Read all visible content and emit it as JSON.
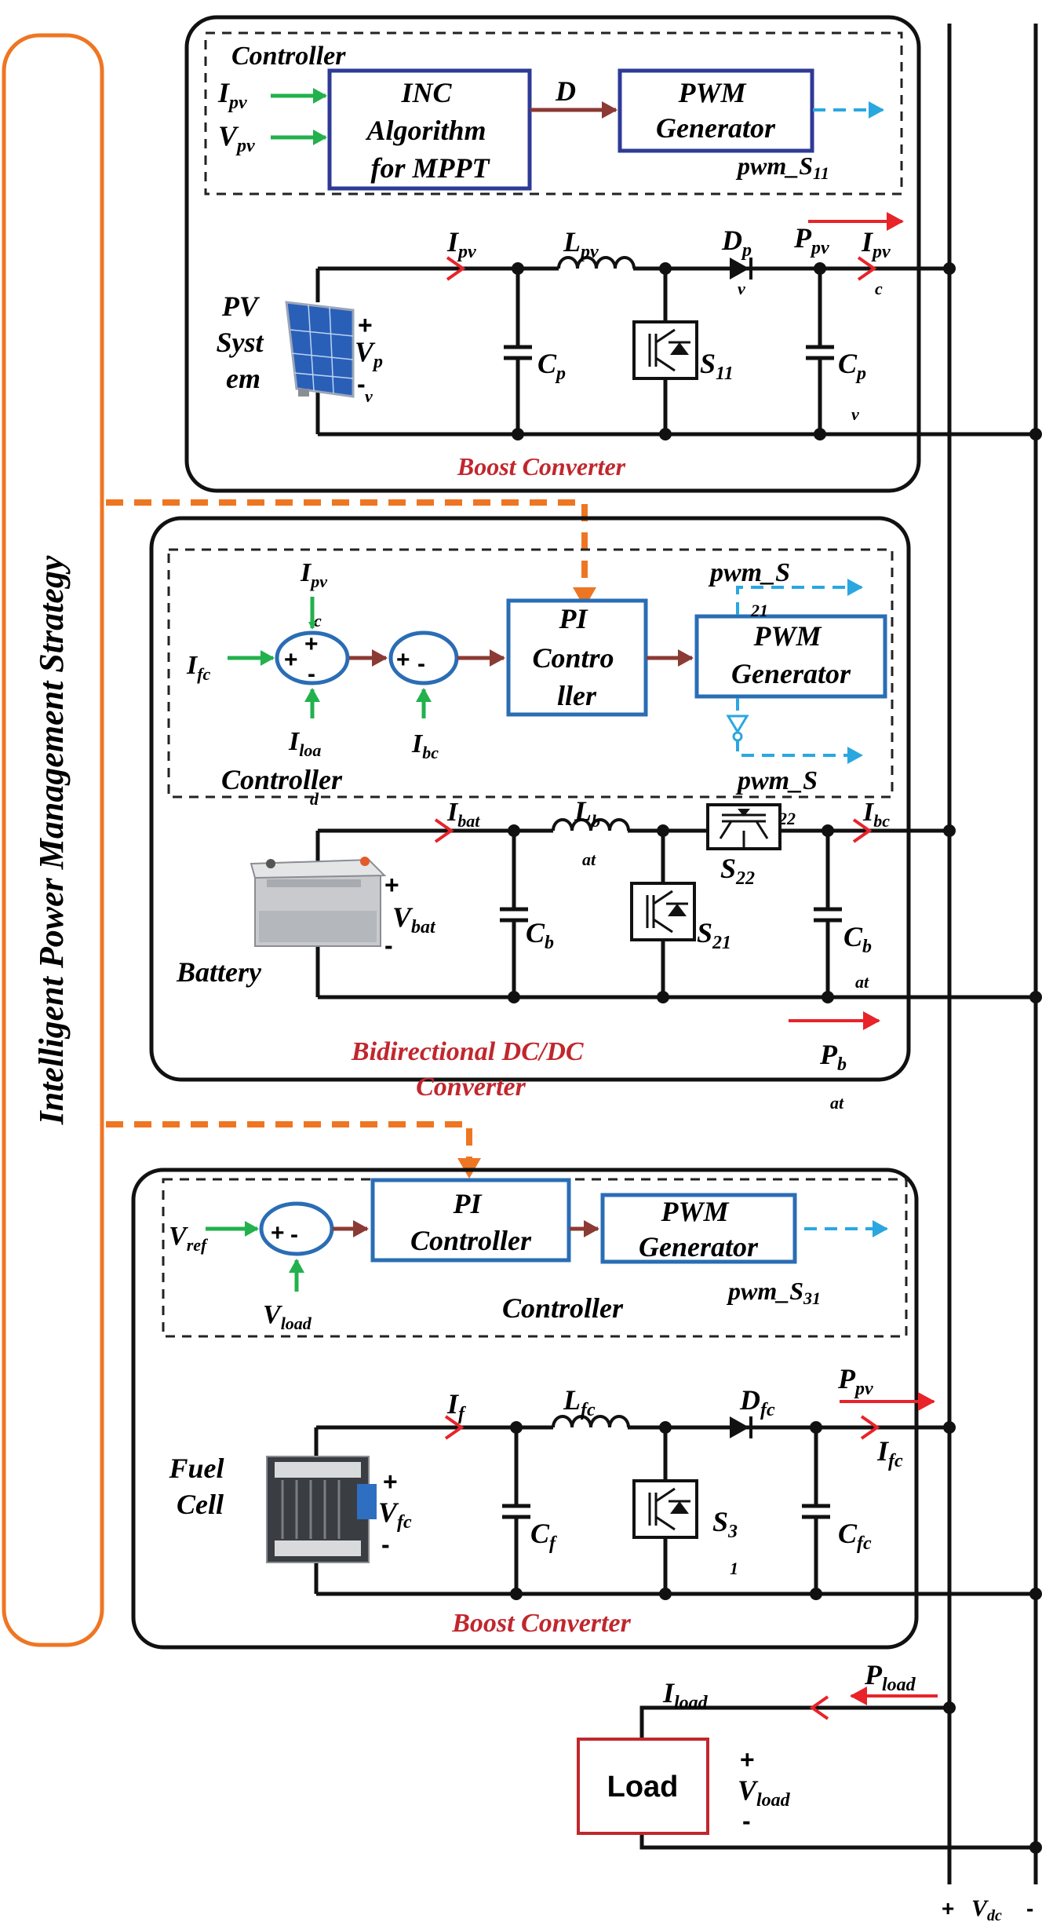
{
  "strategy": {
    "title": "Intelligent Power Management Strategy"
  },
  "pv": {
    "controller_title": "Controller",
    "inc_block": [
      "INC",
      "Algorithm",
      "for MPPT"
    ],
    "pwm_block": [
      "PWM",
      "Generator"
    ],
    "in1": "I",
    "in1_sub": "pv",
    "in2": "V",
    "in2_sub": "pv",
    "duty": "D",
    "pwm_out": "pwm_S",
    "pwm_out_sub": "11",
    "source_label": [
      "PV",
      "Syst",
      "em"
    ],
    "v_label": "V",
    "v_sub": "p",
    "v_sub2": "v",
    "i_label": "I",
    "i_sub": "pv",
    "inductor": "L",
    "inductor_sub": "pv",
    "cap1": "C",
    "cap1_sub": "p",
    "switch": "S",
    "switch_sub": "11",
    "diode": "D",
    "diode_sub": "p",
    "diode_sub2": "v",
    "cap2": "C",
    "cap2_sub": "p",
    "cap2_sub2": "v",
    "power": "P",
    "power_sub": "pv",
    "iout": "I",
    "iout_sub": "pv",
    "iout_sub2": "c",
    "converter_title": "Boost Converter"
  },
  "battery": {
    "controller_title": "Controller",
    "controller_title_sub": "d",
    "sum1_in_top": "I",
    "sum1_in_top_sub": "pv",
    "sum1_in_top_sub2": "c",
    "sum1_in_left": "I",
    "sum1_in_left_sub": "fc",
    "sum1_in_bottom": "I",
    "sum1_in_bottom_sub": "loa",
    "sum2_in_bottom": "I",
    "sum2_in_bottom_sub": "bc",
    "pi_block": [
      "PI",
      "Contro",
      "ller"
    ],
    "pwm_block": [
      "PWM",
      "Generator"
    ],
    "pwm_out1": "pwm_S",
    "pwm_out1_sub": "21",
    "pwm_out2": "pwm_S",
    "pwm_out2_sub": "22",
    "source_label": "Battery",
    "v_label": "V",
    "v_sub": "bat",
    "i_label": "I",
    "i_sub": "bat",
    "inductor": "L",
    "inductor_sub": "b",
    "inductor_sub2": "at",
    "cap1": "C",
    "cap1_sub": "b",
    "switch1": "S",
    "switch1_sub": "21",
    "switch2": "S",
    "switch2_sub": "22",
    "cap2": "C",
    "cap2_sub": "b",
    "cap2_sub2": "at",
    "iout": "I",
    "iout_sub": "bc",
    "power": "P",
    "power_sub": "b",
    "power_sub2": "at",
    "converter_title": [
      "Bidirectional DC/DC",
      "Converter"
    ]
  },
  "fuelcell": {
    "controller_title": "Controller",
    "sum_in_left": "V",
    "sum_in_left_sub": "ref",
    "sum_in_bottom": "V",
    "sum_in_bottom_sub": "load",
    "pi_block": [
      "PI",
      "Controller"
    ],
    "pwm_block": [
      "PWM",
      "Generator"
    ],
    "pwm_out": "pwm_S",
    "pwm_out_sub": "31",
    "source_label": [
      "Fuel",
      "Cell"
    ],
    "v_label": "V",
    "v_sub": "fc",
    "i_label": "I",
    "i_sub": "f",
    "inductor": "L",
    "inductor_sub": "fc",
    "cap1": "C",
    "cap1_sub": "f",
    "switch": "S",
    "switch_sub": "3",
    "switch_sub2": "1",
    "diode": "D",
    "diode_sub": "fc",
    "cap2": "C",
    "cap2_sub": "fc",
    "power": "P",
    "power_sub": "pv",
    "iout": "I",
    "iout_sub": "fc",
    "converter_title": "Boost Converter"
  },
  "load": {
    "box_label": "Load",
    "i_label": "I",
    "i_sub": "load",
    "power": "P",
    "power_sub": "load",
    "v_label": "V",
    "v_sub": "load"
  },
  "bus": {
    "plus": "+",
    "minus": "-",
    "v_label": "V",
    "v_sub": "dc"
  },
  "signs": {
    "plus": "+",
    "minus": "-"
  },
  "colors": {
    "orange": "#ee7623",
    "green": "#22b14c",
    "brown_arrow": "#8b3a34",
    "blue_dashed": "#2aa7e0",
    "red_title": "#c0272d",
    "red_power": "#e8232a",
    "block_blue": "#2a6db5"
  }
}
